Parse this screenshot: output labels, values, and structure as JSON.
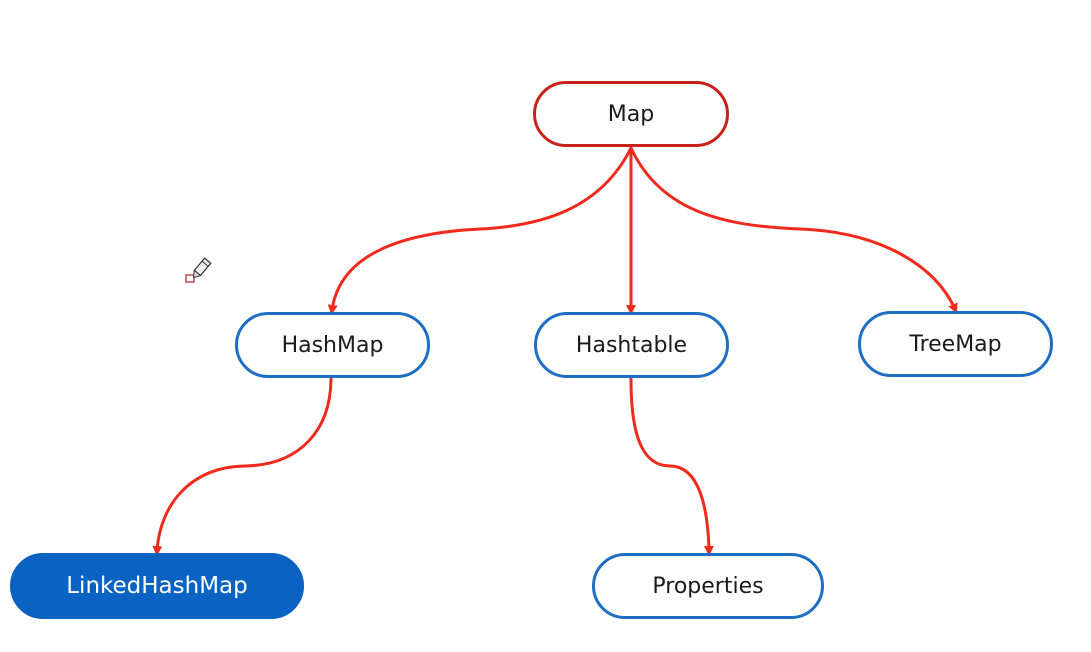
{
  "diagram": {
    "nodes": {
      "map": "Map",
      "hashmap": "HashMap",
      "hashtable": "Hashtable",
      "treemap": "TreeMap",
      "linkedhashmap": "LinkedHashMap",
      "properties": "Properties"
    },
    "edges": [
      {
        "from": "Map",
        "to": "HashMap"
      },
      {
        "from": "Map",
        "to": "Hashtable"
      },
      {
        "from": "Map",
        "to": "TreeMap"
      },
      {
        "from": "HashMap",
        "to": "LinkedHashMap"
      },
      {
        "from": "Hashtable",
        "to": "Properties"
      }
    ],
    "colors": {
      "edge": "#f02a1d",
      "root_border": "#c8221b",
      "child_border": "#1e6fc4",
      "filled_node": "#0a63c2"
    },
    "cursor_icon": "pencil-icon"
  }
}
